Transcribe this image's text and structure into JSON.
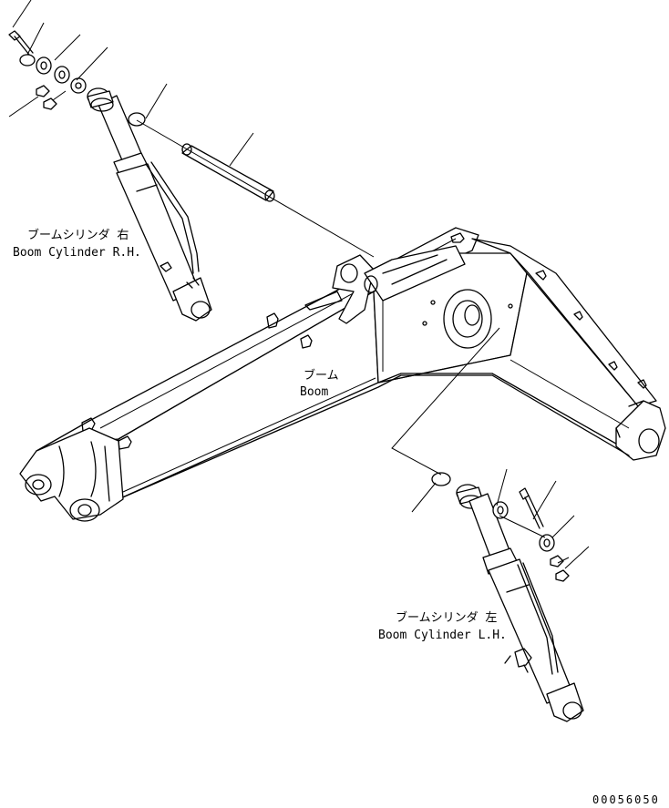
{
  "labels": {
    "cyl_rh_jp": "ブームシリンダ 右",
    "cyl_rh_en": "Boom Cylinder R.H.",
    "boom_jp": "ブーム",
    "boom_en": "Boom",
    "cyl_lh_jp": "ブームシリンダ 左",
    "cyl_lh_en": "Boom Cylinder L.H."
  },
  "drawing_code": "00056050"
}
